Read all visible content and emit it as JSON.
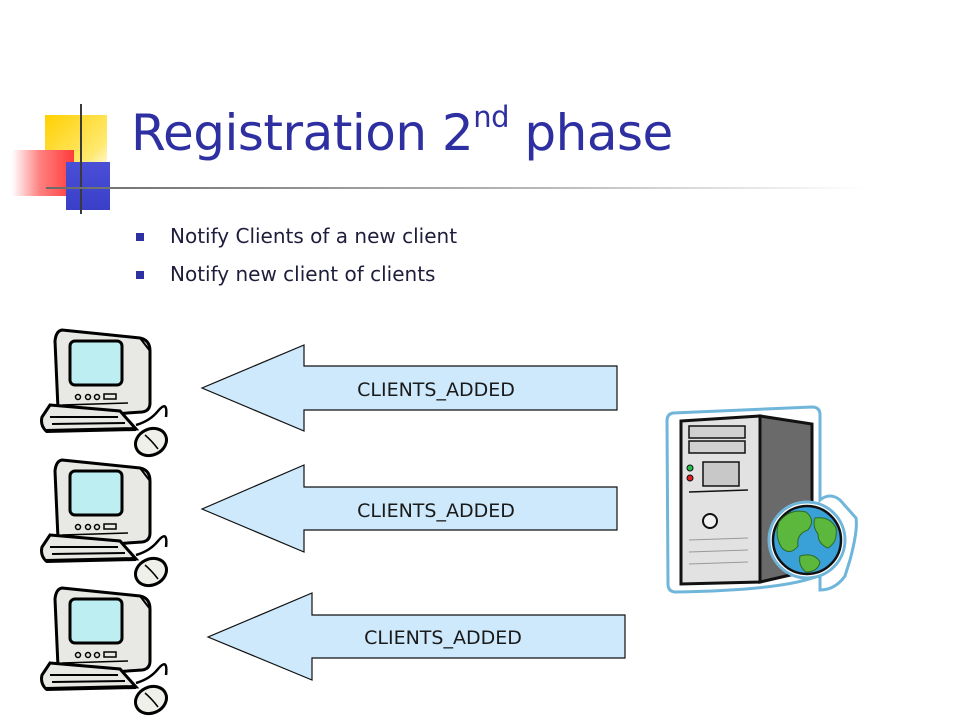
{
  "slide": {
    "title": "Registration 2",
    "title_superscript": "nd",
    "title_suffix": " phase",
    "bullets": [
      "Notify Clients of a new client",
      "Notify new client of clients"
    ]
  },
  "diagram": {
    "message_arrows": [
      {
        "label": "CLIENTS_ADDED",
        "direction": "server-to-client"
      },
      {
        "label": "CLIENTS_ADDED",
        "direction": "server-to-client"
      },
      {
        "label": "CLIENTS_ADDED",
        "direction": "server-to-client"
      }
    ],
    "client_icon": "desktop-computer-icon",
    "server_icon": "server-tower-globe-icon"
  },
  "colors": {
    "title": "#2e2fa0",
    "arrow_fill": "#cde9fb",
    "bullet_marker": "#2e2fa0"
  }
}
